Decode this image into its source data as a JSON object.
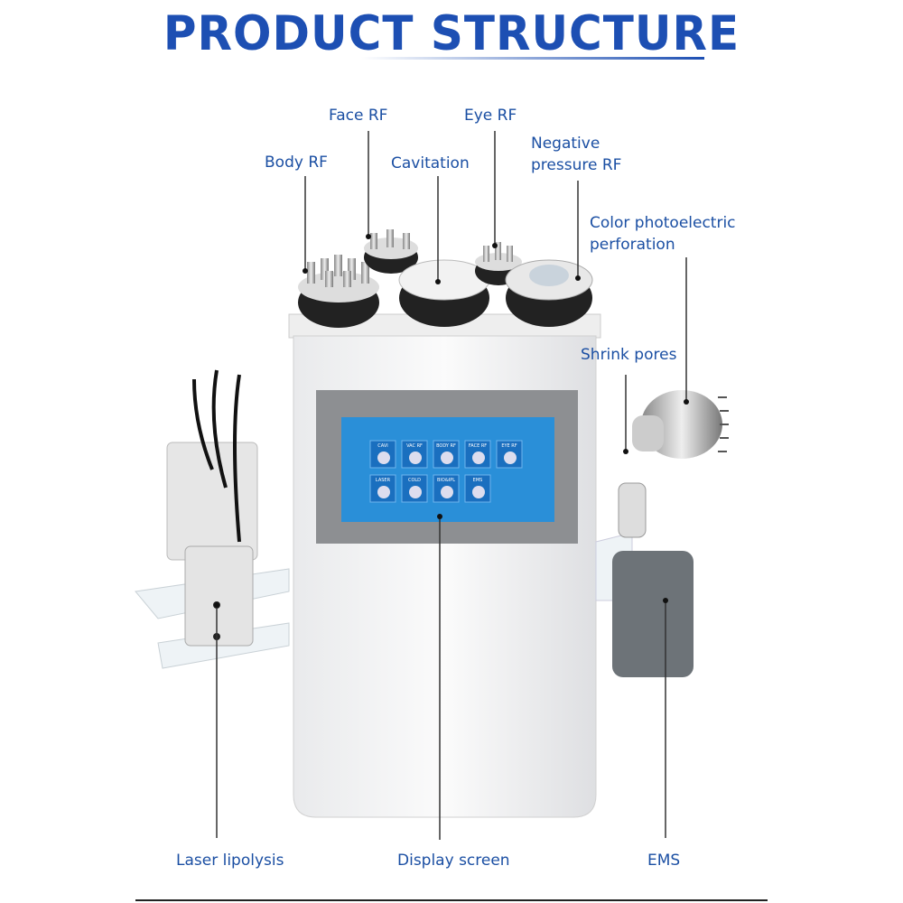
{
  "title": "PRODUCT STRUCTURE",
  "labels": {
    "body_rf": "Body RF",
    "face_rf": "Face RF",
    "cavitation": "Cavitation",
    "eye_rf": "Eye RF",
    "negative_pressure_line1": "Negative",
    "negative_pressure_line2": "pressure RF",
    "color_photo_line1": "Color photoelectric",
    "color_photo_line2": "perforation",
    "shrink_pores": "Shrink pores",
    "laser_lipolysis": "Laser lipolysis",
    "display_screen": "Display screen",
    "ems": "EMS"
  },
  "screen_tiles": [
    "CAVI",
    "VAC RF",
    "BODY RF",
    "FACE RF",
    "EYE RF",
    "LASER",
    "COLD",
    "BIO&IPL",
    "EMS"
  ],
  "colors": {
    "accent": "#1d4fb3",
    "label": "#1b4fa3",
    "screen": "#2a8fd8"
  }
}
